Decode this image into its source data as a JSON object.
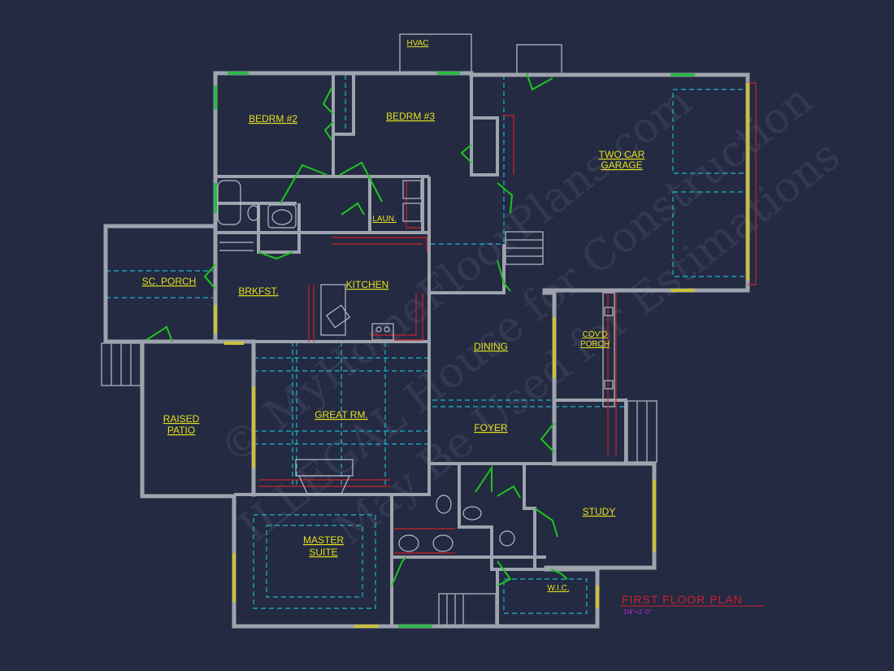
{
  "plan": {
    "title": "FIRST FLOOR PLAN",
    "scale": "1/4\"=1'-0\"",
    "watermark_lines": [
      "© MyHomeFloorPlans.com",
      "ILLEGAL House for Construction",
      "May Be Used for Estimations"
    ]
  },
  "rooms": {
    "hvac": "HVAC",
    "bedrm2": "BEDRM #2",
    "bedrm3": "BEDRM #3",
    "garage_line1": "TWO CAR",
    "garage_line2": "GARAGE",
    "laun": "LAUN.",
    "sc_porch": "SC. PORCH",
    "brkfst": "BRKFST.",
    "kitchen": "KITCHEN",
    "dining": "DINING",
    "covd_porch_line1": "COV'D",
    "covd_porch_line2": "PORCH",
    "raised_patio_line1": "RAISED",
    "raised_patio_line2": "PATIO",
    "great_rm": "GREAT RM.",
    "foyer": "FOYER",
    "study": "STUDY",
    "master_line1": "MASTER",
    "master_line2": "SUITE",
    "wic": "W.I.C."
  },
  "colors": {
    "background": "#232a42",
    "walls": "#9ea3ad",
    "labels": "#e6e01c",
    "doors": "#1fc41f",
    "overhead_dashes": "#1fb7c9",
    "title": "#d0202a"
  }
}
